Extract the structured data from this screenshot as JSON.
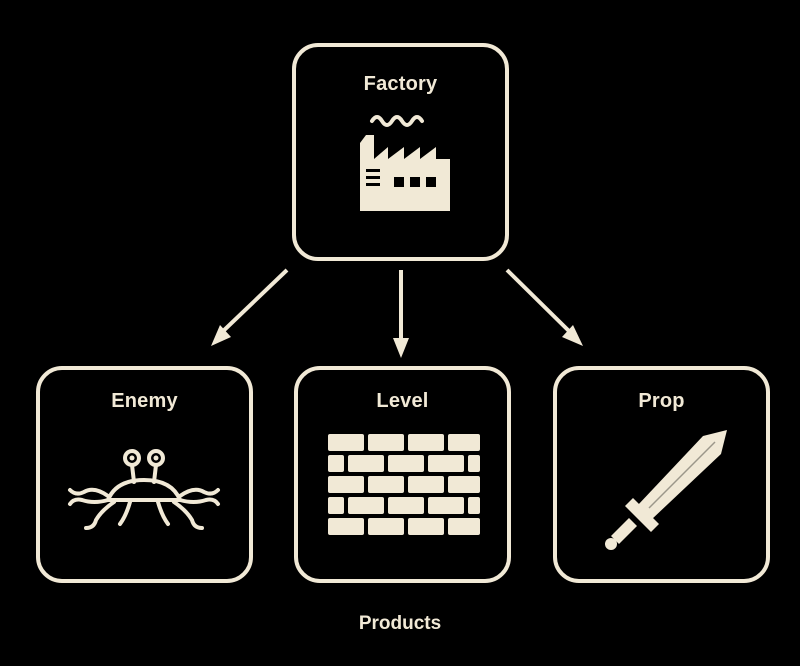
{
  "colors": {
    "background": "#000000",
    "foreground": "#f1e9d6"
  },
  "nodes": {
    "factory": {
      "label": "Factory",
      "icon": "factory-icon"
    },
    "enemy": {
      "label": "Enemy",
      "icon": "spaghetti-monster-icon"
    },
    "level": {
      "label": "Level",
      "icon": "brick-wall-icon"
    },
    "prop": {
      "label": "Prop",
      "icon": "sword-icon"
    }
  },
  "edges": [
    {
      "from": "Factory",
      "to": "Enemy"
    },
    {
      "from": "Factory",
      "to": "Level"
    },
    {
      "from": "Factory",
      "to": "Prop"
    }
  ],
  "caption": "Products"
}
